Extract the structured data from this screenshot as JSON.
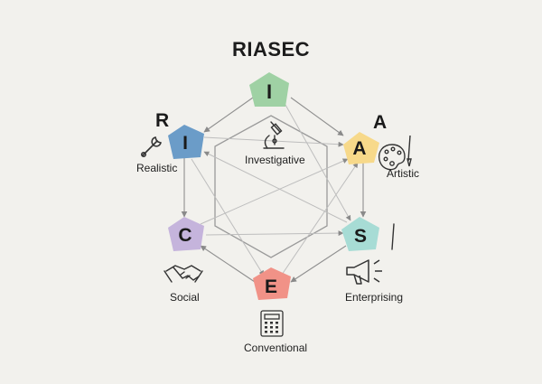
{
  "title": "RIASEC",
  "nodes": [
    {
      "key": "I",
      "letter": "I",
      "label": "Investigative",
      "color": "#9fd1a4",
      "icon": "microscope-icon"
    },
    {
      "key": "A",
      "letter": "A",
      "label": "Artistic",
      "color": "#f7d98a",
      "icon": "palette-icon",
      "side_letter": "A"
    },
    {
      "key": "S",
      "letter": "S",
      "label": "Enterprising",
      "color": "#a7dcd5",
      "icon": "megaphone-icon"
    },
    {
      "key": "E",
      "letter": "E",
      "label": "Conventional",
      "color": "#f19287",
      "icon": "calculator-icon"
    },
    {
      "key": "C",
      "letter": "C",
      "label": "Social",
      "color": "#c5b4dc",
      "icon": "handshake-icon"
    },
    {
      "key": "R",
      "letter": "I",
      "label": "Realistic",
      "color": "#6b9cc8",
      "icon": "wrench-icon",
      "side_letter": "R"
    }
  ]
}
